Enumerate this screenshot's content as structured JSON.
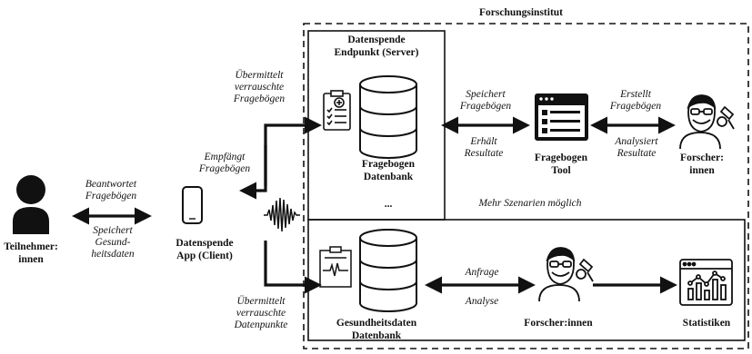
{
  "institute": {
    "title": "Forschungsinstitut"
  },
  "participant": {
    "label_1": "Teilnehmer:",
    "label_2": "innen"
  },
  "app": {
    "label_1": "Datenspende",
    "label_2": "App (Client)"
  },
  "endpoint": {
    "label_1": "Datenspende",
    "label_2": "Endpunkt (Server)"
  },
  "quest_db": {
    "label_1": "Fragebogen",
    "label_2": "Datenbank"
  },
  "health_db": {
    "label_1": "Gesundheitsdaten",
    "label_2": "Datenbank"
  },
  "ellipsis": "...",
  "tool": {
    "label_1": "Fragebogen",
    "label_2": "Tool"
  },
  "researcher_top": {
    "label_1": "Forscher:",
    "label_2": "innen"
  },
  "researcher_bottom": {
    "label": "Forscher:innen"
  },
  "statistics": {
    "label": "Statistiken"
  },
  "more_scenarios": "Mehr Szenarien möglich",
  "edges": {
    "answers": {
      "l1": "Beantwortet",
      "l2": "Fragebögen"
    },
    "stores_health": {
      "l1": "Speichert",
      "l2": "Gesund-",
      "l3": "heitsdaten"
    },
    "receives": {
      "l1": "Empfängt",
      "l2": "Fragebögen"
    },
    "transmits_q": {
      "l1": "Übermittelt",
      "l2": "verrauschte",
      "l3": "Fragebögen"
    },
    "transmits_d": {
      "l1": "Übermittelt",
      "l2": "verrauschte",
      "l3": "Datenpunkte"
    },
    "stores_q": {
      "l1": "Speichert",
      "l2": "Fragebögen"
    },
    "gets_results": {
      "l1": "Erhält",
      "l2": "Resultate"
    },
    "creates": {
      "l1": "Erstellt",
      "l2": "Fragebögen"
    },
    "analyzes": {
      "l1": "Analysiert",
      "l2": "Resultate"
    },
    "request": "Anfrage",
    "analysis": "Analyse"
  }
}
